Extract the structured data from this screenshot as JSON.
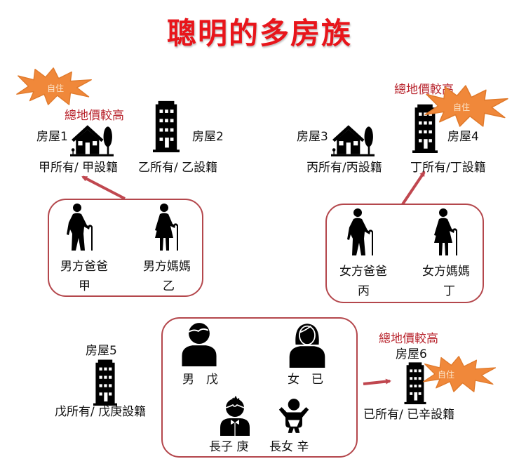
{
  "title": "聰明的多房族",
  "tags": {
    "self_use": "自住",
    "higher_land_value": "總地價較高"
  },
  "houses": [
    {
      "id": 1,
      "label": "房屋1",
      "owner": "甲所有/ 甲設籍",
      "type": "house",
      "self_use": true,
      "higher_land_value": true
    },
    {
      "id": 2,
      "label": "房屋2",
      "owner": "乙所有/ 乙設籍",
      "type": "building",
      "self_use": false,
      "higher_land_value": false
    },
    {
      "id": 3,
      "label": "房屋3",
      "owner": "丙所有/丙設籍",
      "type": "house",
      "self_use": false,
      "higher_land_value": false
    },
    {
      "id": 4,
      "label": "房屋4",
      "owner": "丁所有/丁設籍",
      "type": "building",
      "self_use": true,
      "higher_land_value": true
    },
    {
      "id": 5,
      "label": "房屋5",
      "owner": "戊所有/ 戊庚設籍",
      "type": "building",
      "self_use": false,
      "higher_land_value": false
    },
    {
      "id": 6,
      "label": "房屋6",
      "owner": "已所有/ 已辛設籍",
      "type": "building",
      "self_use": true,
      "higher_land_value": true
    }
  ],
  "groups": {
    "husband_parents": {
      "father": {
        "line1": "男方爸爸",
        "line2": "甲"
      },
      "mother": {
        "line1": "男方媽媽",
        "line2": "乙"
      }
    },
    "wife_parents": {
      "father": {
        "line1": "女方爸爸",
        "line2": "丙"
      },
      "mother": {
        "line1": "女方媽媽",
        "line2": "丁"
      }
    },
    "family": {
      "husband": "男　戊",
      "wife": "女　已",
      "son": "長子 庚",
      "daughter": "長女 辛"
    }
  },
  "colors": {
    "title": "#e8151b",
    "accent_red": "#b8232c",
    "box_border": "#b4474c",
    "arrow": "#c0474f",
    "burst_fill": "#f0883a",
    "burst_stroke": "#e07a2c"
  }
}
